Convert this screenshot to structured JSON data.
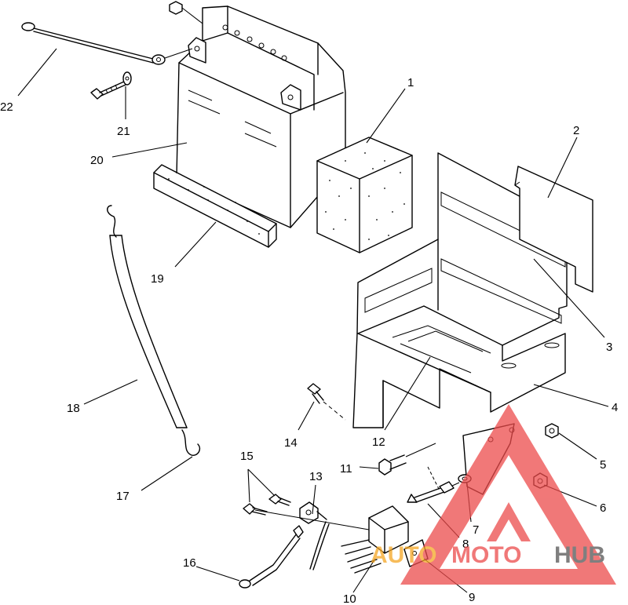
{
  "callouts": [
    {
      "id": "c1",
      "label": "1"
    },
    {
      "id": "c2",
      "label": "2"
    },
    {
      "id": "c3",
      "label": "3"
    },
    {
      "id": "c4",
      "label": "4"
    },
    {
      "id": "c5",
      "label": "5"
    },
    {
      "id": "c6",
      "label": "6"
    },
    {
      "id": "c7",
      "label": "7"
    },
    {
      "id": "c8",
      "label": "8"
    },
    {
      "id": "c9",
      "label": "9"
    },
    {
      "id": "c10",
      "label": "10"
    },
    {
      "id": "c11",
      "label": "11"
    },
    {
      "id": "c12",
      "label": "12"
    },
    {
      "id": "c13",
      "label": "13"
    },
    {
      "id": "c14",
      "label": "14"
    },
    {
      "id": "c15",
      "label": "15"
    },
    {
      "id": "c16",
      "label": "16"
    },
    {
      "id": "c17",
      "label": "17"
    },
    {
      "id": "c18",
      "label": "18"
    },
    {
      "id": "c19",
      "label": "19"
    },
    {
      "id": "c20",
      "label": "20"
    },
    {
      "id": "c21",
      "label": "21"
    },
    {
      "id": "c22",
      "label": "22"
    }
  ],
  "watermark": {
    "part1": "AUTO",
    "part2": "MOTO",
    "part3": "HUB",
    "color_auto": "#f5a623",
    "color_moto": "#ec4b4b",
    "color_hub": "#555555",
    "logo": "triangle-logo-icon"
  }
}
